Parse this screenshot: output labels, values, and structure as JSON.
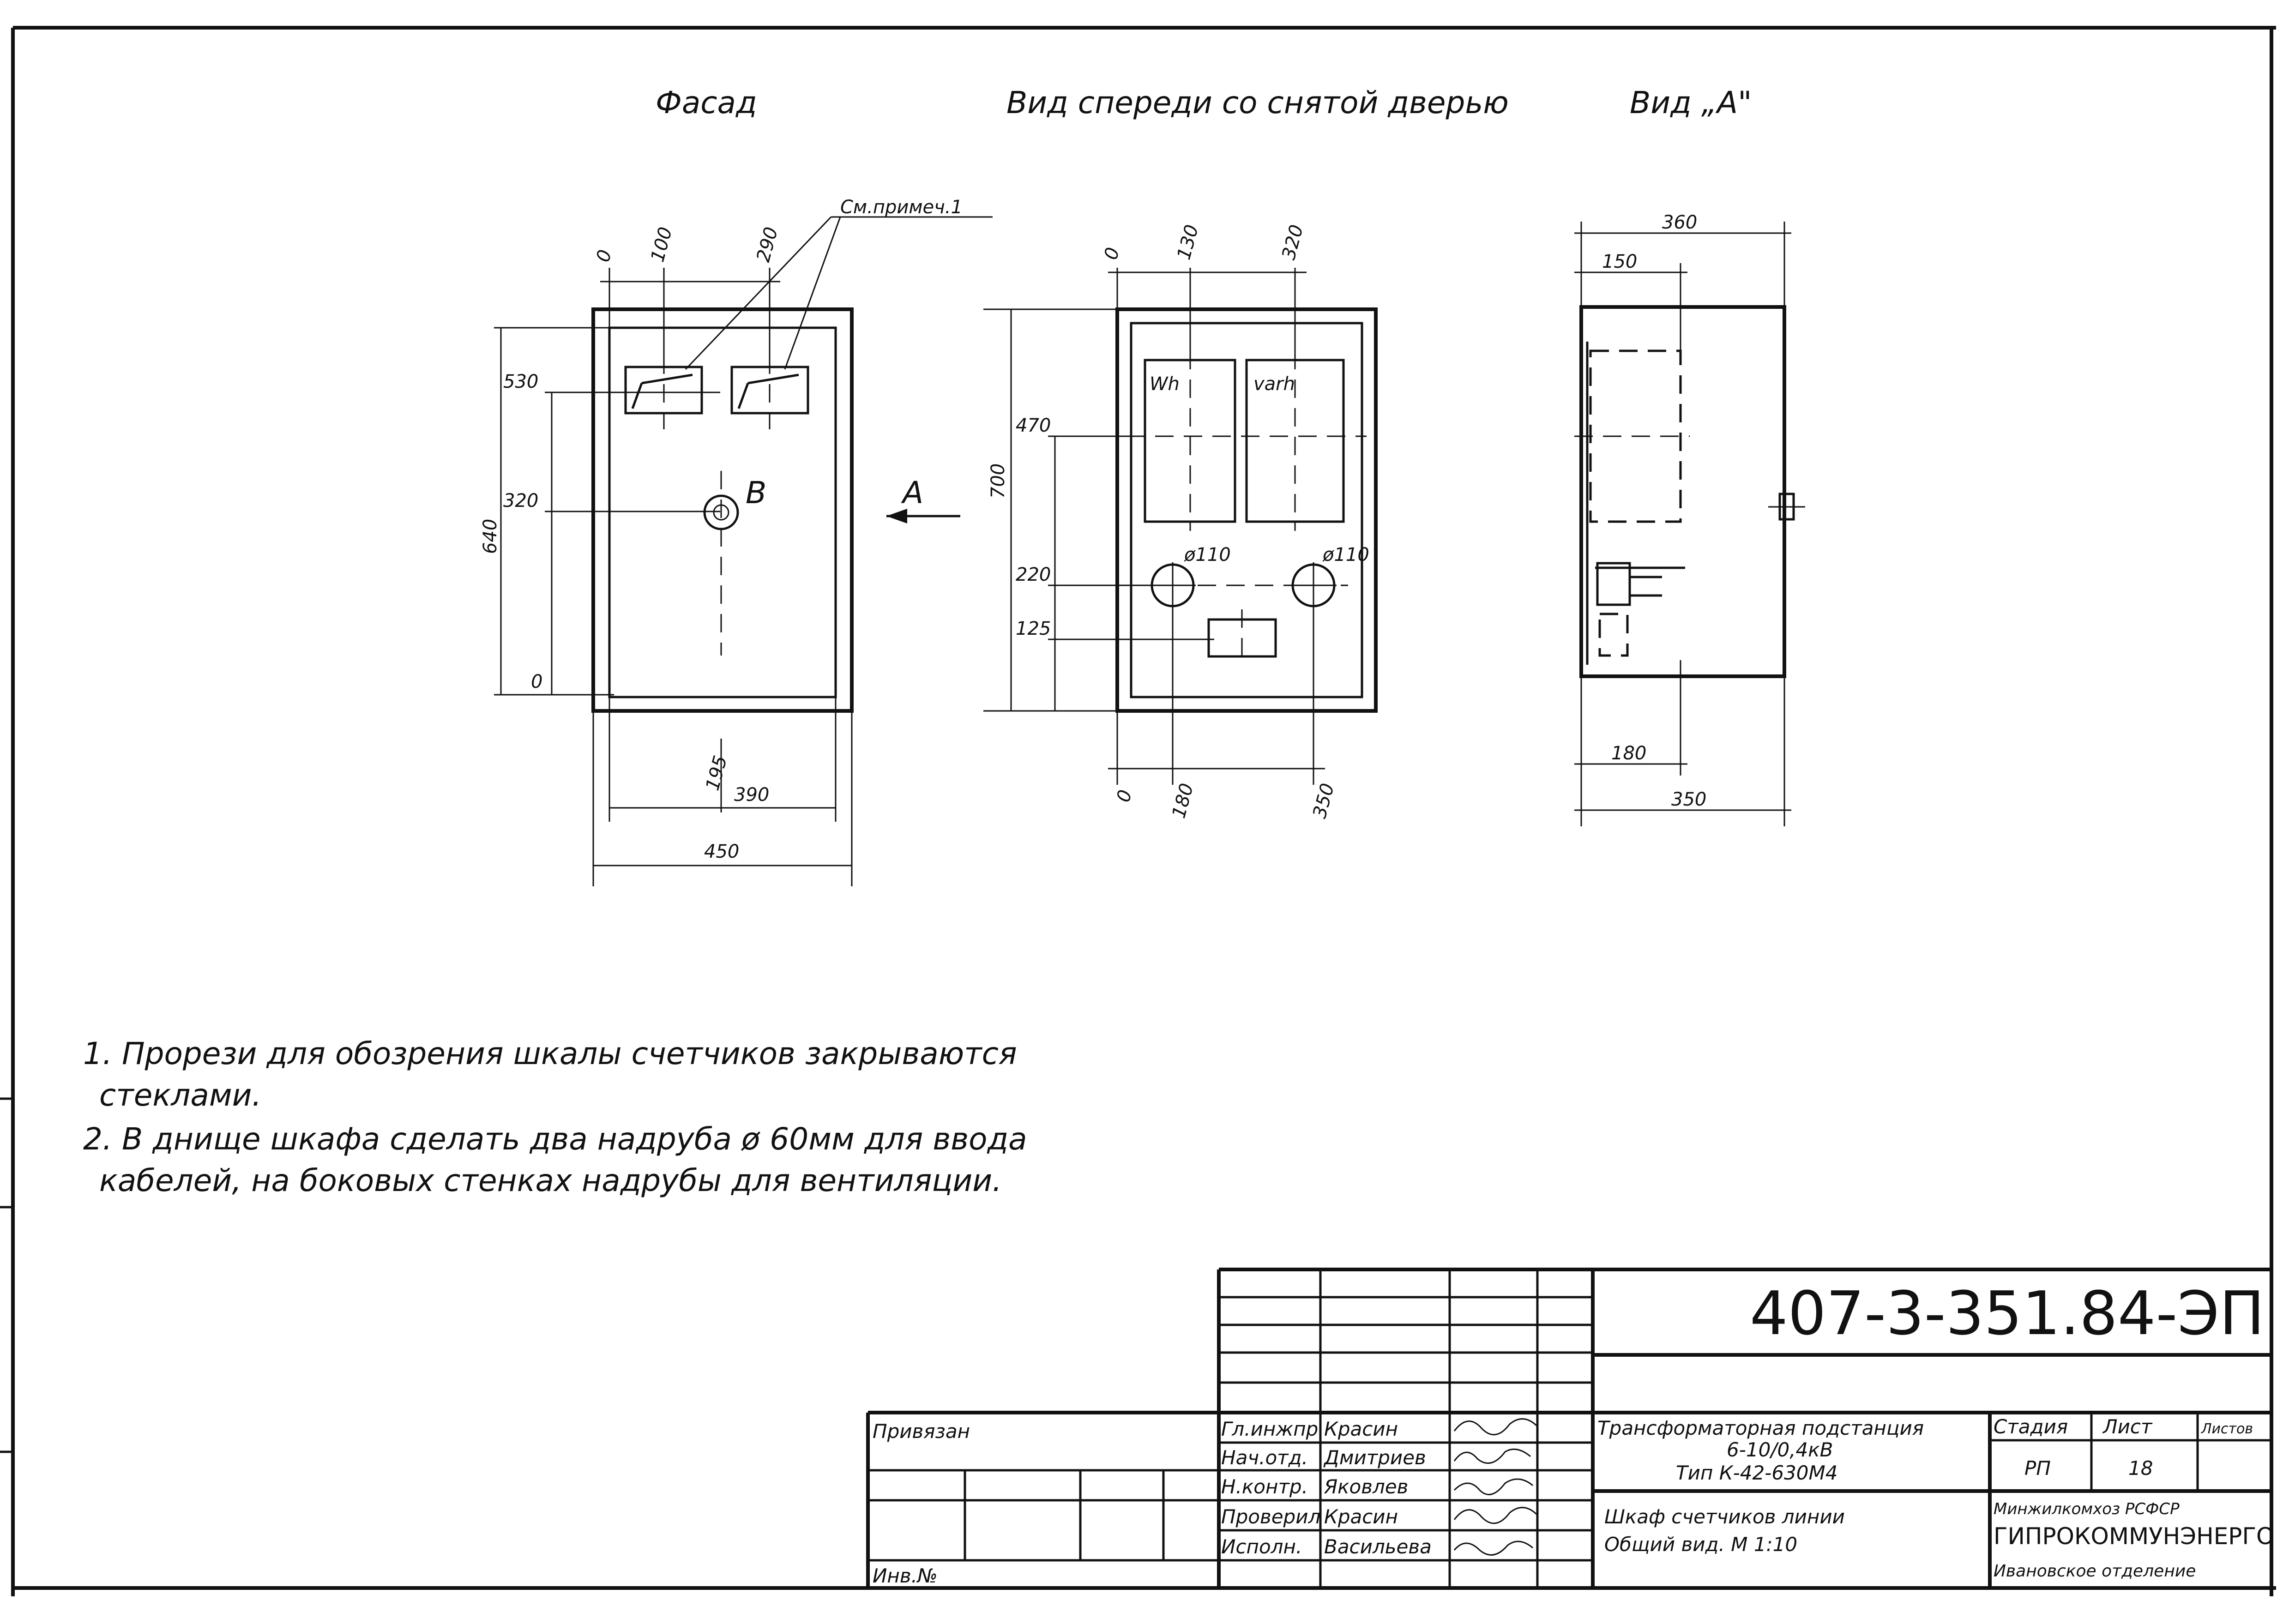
{
  "views": {
    "facade": {
      "title": "Фасад",
      "note_ref": "См.примеч.1",
      "label_b": "В",
      "arrow_a": "А",
      "dims": {
        "top0": "0",
        "top100": "100",
        "top290": "290",
        "left530": "530",
        "left320": "320",
        "left0": "0",
        "left640": "640",
        "bot195": "195",
        "bot390": "390",
        "bot450": "450"
      }
    },
    "front": {
      "title": "Вид спереди со снятой дверью",
      "meter1": "Wh",
      "meter2": "varh",
      "hole1": "ø110",
      "hole2": "ø110",
      "dims": {
        "top0": "0",
        "top130": "130",
        "top320": "320",
        "l470": "470",
        "l700": "700",
        "l220": "220",
        "l125": "125",
        "bot0": "0",
        "bot180": "180",
        "bot350": "350"
      }
    },
    "side": {
      "title": "Вид „А\"",
      "dims": {
        "d360": "360",
        "d150": "150",
        "d180": "180",
        "d350": "350"
      }
    }
  },
  "notes": [
    "1. Прорези для обозрения шкалы счетчиков закрываются",
    "стеклами.",
    "2. В днище шкафа сделать два надруба ø 60мм для ввода",
    "кабелей, на боковых стенках надрубы для вентиляции."
  ],
  "title_block": {
    "doc_code": "407-3-351.84-ЭП",
    "privyazan": "Привязан",
    "inv_no": "Инв.№",
    "roles": [
      "Гл.инжпр",
      "Нач.отд.",
      "Н.контр.",
      "Проверил",
      "Исполн."
    ],
    "names": [
      "Красин",
      "Дмитриев",
      "Яковлев",
      "Красин",
      "Васильева"
    ],
    "project_lines": [
      "Трансформаторная подстанция",
      "6-10/0,4кВ",
      "Тип К-42-630М4"
    ],
    "sheet_title_lines": [
      "Шкаф счетчиков линии",
      "Общий вид. М 1:10"
    ],
    "stage_label": "Стадия",
    "sheet_label": "Лист",
    "sheets_label": "Листов",
    "stage": "РП",
    "sheet": "18",
    "org_lines": [
      "Минжилкомхоз РСФСР",
      "ГИПРОКОММУНЭНЕРГО",
      "Ивановское отделение"
    ]
  }
}
